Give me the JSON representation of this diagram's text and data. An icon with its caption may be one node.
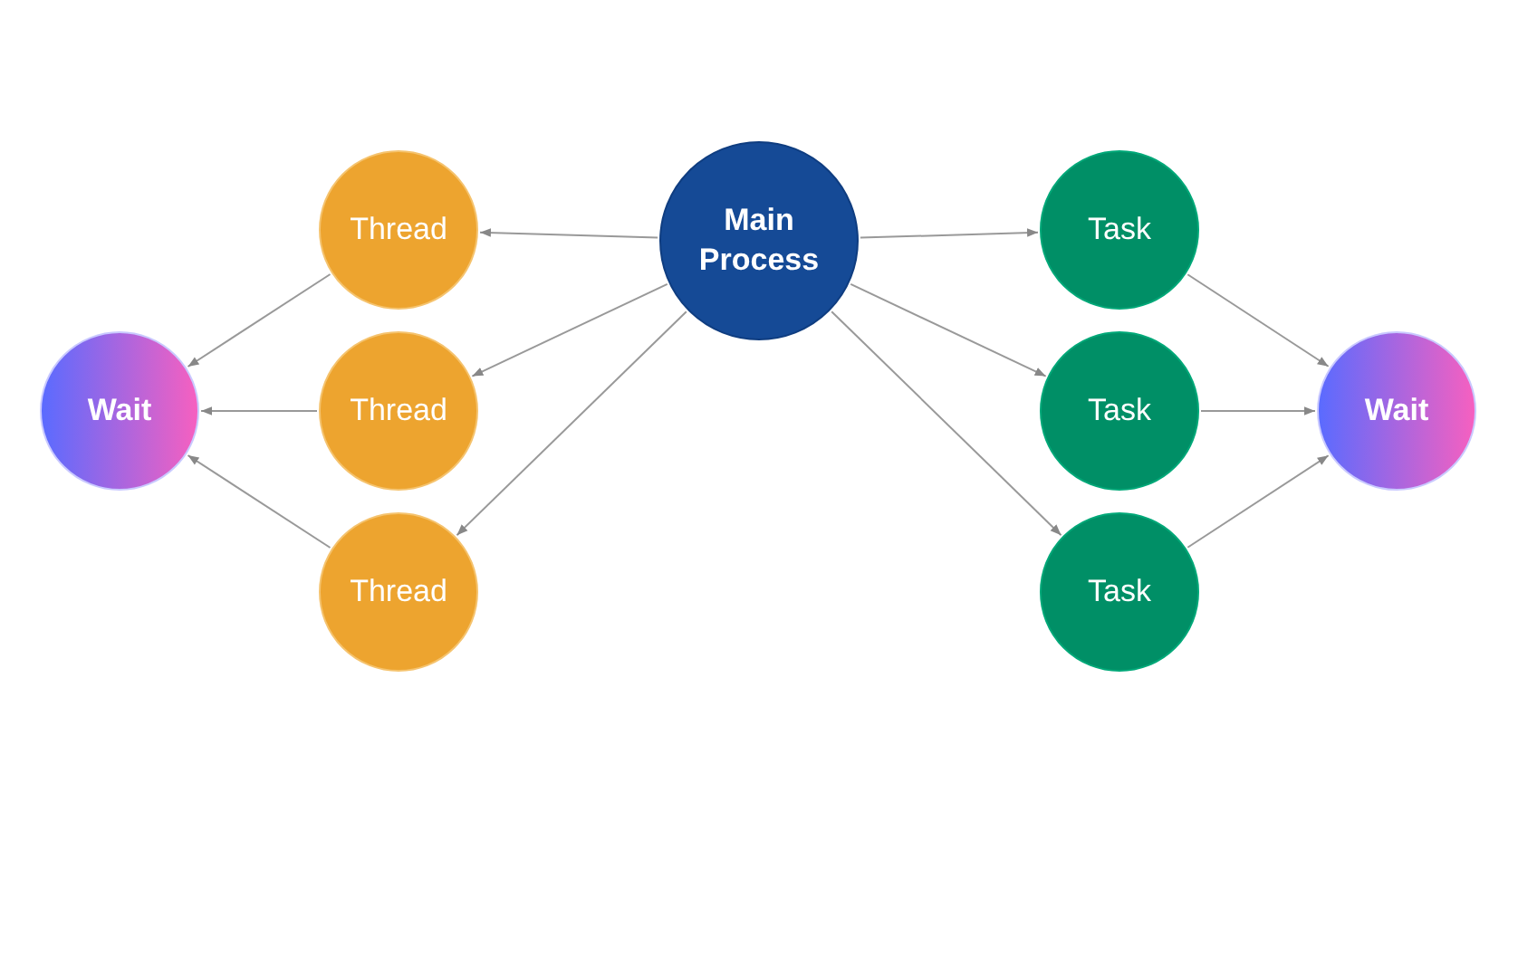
{
  "diagram": {
    "nodes": [
      {
        "text": [
          "Main Process"
        ]
      },
      {
        "text": [
          "Thread"
        ]
      },
      {
        "text": [
          "Thread"
        ]
      },
      {
        "text": [
          "Thread"
        ]
      },
      {
        "text": [
          "Wait"
        ]
      },
      {
        "text": [
          "Task"
        ]
      },
      {
        "text": [
          "Task"
        ]
      },
      {
        "text": [
          "Task"
        ]
      },
      {
        "text": [
          "Wait"
        ]
      }
    ],
    "edges": [
      {
        "from": 0,
        "to": 1,
        "arrow": "to"
      },
      {
        "from": 0,
        "to": 2,
        "arrow": "to"
      },
      {
        "from": 0,
        "to": 3,
        "arrow": "to"
      },
      {
        "from": 1,
        "to": 4,
        "arrow": "to"
      },
      {
        "from": 2,
        "to": 4,
        "arrow": "to"
      },
      {
        "from": 3,
        "to": 4,
        "arrow": "to"
      },
      {
        "from": 0,
        "to": 5,
        "arrow": "to"
      },
      {
        "from": 0,
        "to": 6,
        "arrow": "to"
      },
      {
        "from": 0,
        "to": 7,
        "arrow": "to"
      },
      {
        "from": 5,
        "to": 8,
        "arrow": "to"
      },
      {
        "from": 6,
        "to": 8,
        "arrow": "to"
      },
      {
        "from": 7,
        "to": 8,
        "arrow": "to"
      }
    ]
  }
}
